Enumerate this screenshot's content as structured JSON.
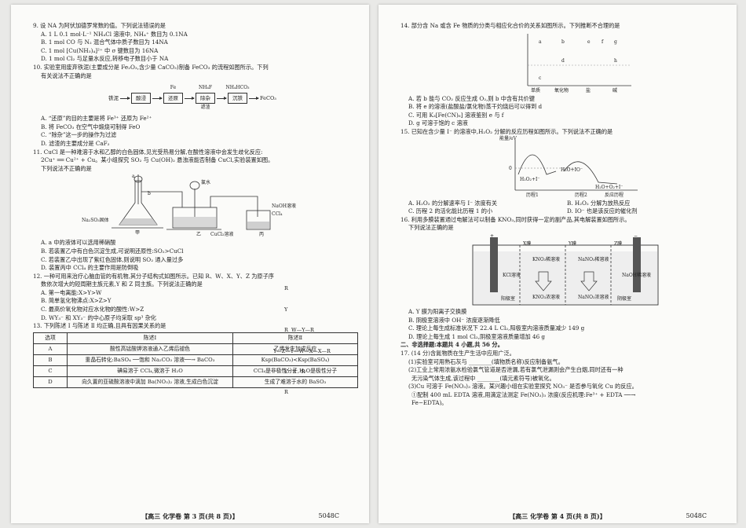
{
  "left": {
    "q9": {
      "stem": "9. 设 NA 为阿伏加德罗常数的值。下列说法错误的是",
      "options": [
        "A. 1 L 0.1 mol·L⁻¹ NH₄Cl 溶液中, NH₄⁺ 数目为 0.1NA",
        "B. 1 mol CO 与 N₂ 混合气体中质子数目为 14NA",
        "C. 1 mol [Cu(NH₃)₄]²⁺ 中 σ 键数目为 16NA",
        "D. 1 mol Cl₂ 与足量水反应,转移电子数目小于 NA"
      ]
    },
    "q10": {
      "stem": "10. 实验室用废弃铁泥(主要成分是 Fe₂O₃,含少量 CaCO₃)制备 FeCO₃ 的流程如图所示。下列",
      "stem2": "有关说法不正确的是",
      "flow": {
        "start": "铁泥",
        "steps": [
          "酸浸",
          "还原",
          "除杂",
          "沉铁"
        ],
        "end": "FeCO₃",
        "reagents": [
          "Fe",
          "NH₄F",
          "NH₄HCO₃"
        ],
        "residue": "滤渣"
      },
      "options": [
        "A. “还原”的目的主要是将 Fe³⁺ 还原为 Fe²⁺",
        "B. 将 FeCO₃ 在空气中煅烧可制得 FeO",
        "C. “除杂”这一步的操作为过滤",
        "D. 滤渣的主要成分是 CaF₂"
      ]
    },
    "q11": {
      "stem": "11. CuCl 是一种难溶于水和乙醇的白色固体,见光受热易分解,在酸性溶液中会发生歧化反应:",
      "stem2": "2Cu⁺ ══ Cu²⁺ + Cu。某小组探究 SO₂ 与 Cu(OH)₂ 悬浊液能否制备 CuCl,实验装置如图。",
      "stem3": "下列说法不正确的是",
      "fig_labels": [
        "a",
        "b",
        "氯水",
        "NaOH溶液",
        "CCl₄",
        "Na₂SO₃固体",
        "甲",
        "乙",
        "丙",
        "CuCl₂溶液"
      ],
      "options": [
        "A. a 中的液体可以选用稀硝酸",
        "B. 若装置乙中有白色沉淀生成,可说明还原性:SO₂>CuCl",
        "C. 若装置乙中出现了紫红色固体,则说明 SO₂ 通入量过多",
        "D. 装置丙中 CCl₄ 的主要作用是防倒吸"
      ]
    },
    "q12": {
      "stem": "12. 一种可用来治疗心脑血管的有机物,其分子结构式如图所示。已知 R、W、X、Y、Z 为原子序",
      "stem2": "数依次增大的短周期主族元素,Y 和 Z 同主族。下列说法正确的是",
      "options": [
        "A. 第一电离能:X>Y>W",
        "B. 简单氢化物沸点:X>Z>Y",
        "C. 最高价氧化物对应水化物的酸性:W>Z",
        "D. WY₃⁻ 和 XY₃⁻ 的中心原子均采取 sp³ 杂化"
      ],
      "struct_rows": [
        "R",
        "Y",
        "R  W—Y—R",
        "Y—Z—Y—W—X—X—R",
        "Y   R   R",
        "R"
      ]
    },
    "q13": {
      "stem": "13. 下列陈述 Ⅰ 与陈述 Ⅱ 均正确,且具有因果关系的是",
      "headers": [
        "选项",
        "陈述Ⅰ",
        "陈述Ⅱ"
      ],
      "rows": [
        [
          "A",
          "酸性高锰酸钾溶液通入乙烯后褪色",
          "乙烯发生加成反应"
        ],
        [
          "B",
          "重晶石转化:BaSO₄ ──饱和 Na₂CO₃ 溶液──→ BaCO₃",
          "Ksp(BaCO₃)<Ksp(BaSO₄)"
        ],
        [
          "C",
          "碘易溶于 CCl₄,微溶于 H₂O",
          "CCl₄是非极性分子,H₂O是极性分子"
        ],
        [
          "D",
          "向久置的亚硫酸溶液中滴加 Ba(NO₃)₂ 溶液,生成白色沉淀",
          "生成了难溶于水的 BaSO₃"
        ]
      ]
    },
    "footer": "【高三  化学卷  第 3 页(共 8 页)】",
    "code": "5048C"
  },
  "right": {
    "q14": {
      "stem": "14. 部分含 Na 或含 Fe 物质的分类与相应化合价的关系如图所示。下列推断不合理的是",
      "chart_top": [
        "a",
        "b",
        "e",
        "f",
        "g"
      ],
      "chart_mid": [
        "d",
        "h"
      ],
      "chart_bottom": [
        "c"
      ],
      "xaxis": [
        "单质",
        "氧化物",
        "盐",
        "碱"
      ],
      "options": [
        "A. 若 b 能与 CO₂ 反应生成 O₂,则 b 中含有共价键",
        "B. 将 e 的溶液(盐酸盐/氯化物)蒸干灼烧后可以得到 d",
        "C. 可用 K₃[Fe(CN)₆] 溶液鉴别 e 与 f",
        "D. g 可溶于饱的 c 溶液"
      ]
    },
    "q15": {
      "stem": "15. 已知在含少量 I⁻ 的溶液中,H₂O₂ 分解的反应历程如图所示。下列说法不正确的是",
      "ylabel": "能量/eV",
      "labels": [
        "H₂O₂+I⁻",
        "H₂O+IO⁻",
        "H₂O+O₂+I⁻",
        "历程1",
        "历程2",
        "反应历程"
      ],
      "zero": "0",
      "options": [
        [
          "A. H₂O₂ 的分解速率与 I⁻ 浓度有关",
          "B. H₂O₂ 分解为放热反应"
        ],
        [
          "C. 历程 2 的活化能比历程 1 的小",
          "D. IO⁻ 也是该反应的催化剂"
        ]
      ]
    },
    "q16": {
      "stem": "16. 利用多膜装置通过电解法可以制备 KNO₃,同时获得一定的副产品,其电解装置如图所示。",
      "stem2": "下列说法正确的是",
      "cell_labels": [
        "X膜",
        "Y膜",
        "Z膜",
        "KCl溶液",
        "KNO₃稀溶液",
        "NaNO₃稀溶液",
        "NaOH稀溶液",
        "KNO₃浓溶液",
        "NaNO₃浓溶液",
        "阳极室",
        "阴极室",
        "+",
        "−"
      ],
      "options": [
        "A. Y 膜为阳离子交换膜",
        "B. 阴极室溶液中 OH⁻ 浓度逐渐降低",
        "C. 理论上每生成标准状况下 22.4 L Cl₂,阳极室内溶液质量减少 149 g",
        "D. 理论上每生成 1 mol Cl₂,阴极室溶液质量增加 46 g"
      ]
    },
    "section": "二、非选择题:本题共 4 小题,共 56 分。",
    "q17": {
      "stem": "17. (14 分)含氮物质在生产生活中应用广泛。",
      "lines": [
        "(1)实验室可用熟石灰与 ________(填物质名称)反应制备氨气。",
        "(2)工业上常用浓氨水检验氯气管道是否泄漏,若有氯气泄漏则会产生白烟,同时还有一种",
        "无污染气体生成,该过程中 ________(填元素符号)被氧化。",
        "(3)Cu 可溶于 Fe(NO₃)₃ 溶液。某兴趣小组在实验室探究 NO₃⁻ 是否参与氧化 Cu 的反应。",
        "①配制 400 mL EDTA 溶液,用滴定法测定 Fe(NO₃)₃ 浓度(反应机理:Fe³⁺ + EDTA ──→",
        "Fe−EDTA)。"
      ]
    },
    "footer": "【高三  化学卷  第 4 页(共 8 页)】",
    "code": "5048C"
  }
}
